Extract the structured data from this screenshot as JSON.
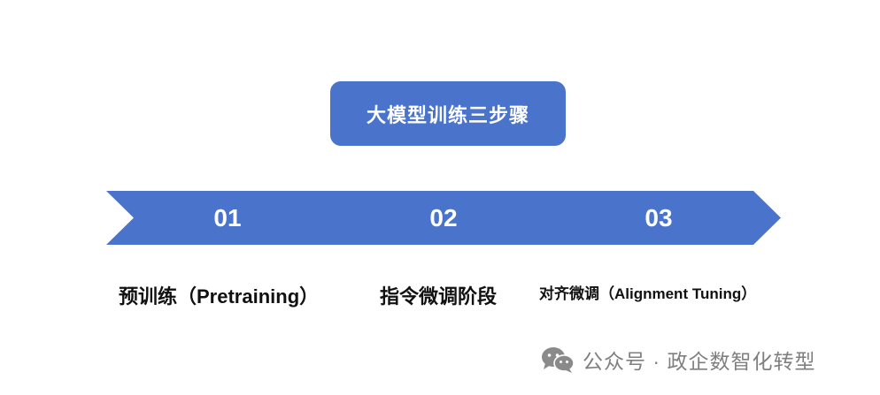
{
  "title": "大模型训练三步骤",
  "colors": {
    "primary_blue": "#4a74cb",
    "text_dark": "#111111",
    "watermark_gray": "#7f7f7f"
  },
  "steps": [
    {
      "number": "01",
      "label": "预训练（Pretraining）"
    },
    {
      "number": "02",
      "label": "指令微调阶段"
    },
    {
      "number": "03",
      "label": "对齐微调（Alignment Tuning）"
    }
  ],
  "watermark": {
    "icon": "wechat-icon",
    "text": "公众号 · 政企数智化转型"
  }
}
